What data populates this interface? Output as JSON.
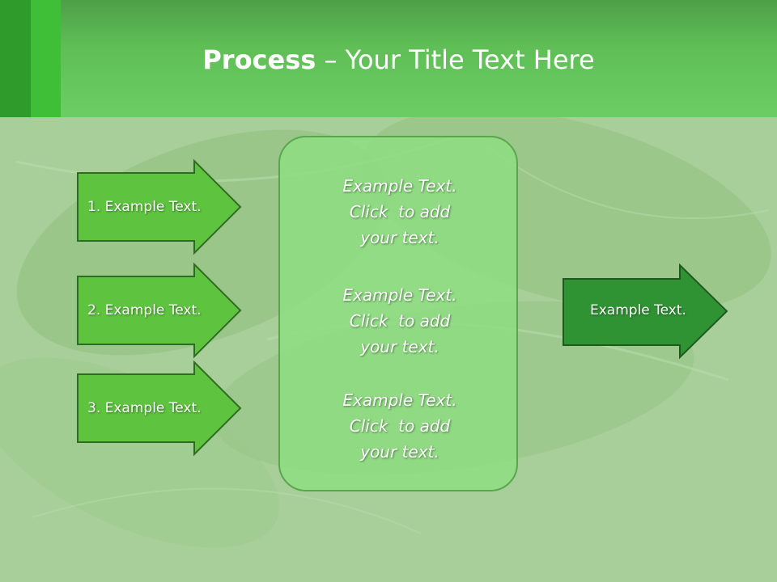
{
  "slide": {
    "title_bold": "Process",
    "title_rest": " – Your Title Text Here"
  },
  "left_arrows": [
    {
      "label": "1. Example Text."
    },
    {
      "label": "2. Example Text."
    },
    {
      "label": "3. Example Text."
    }
  ],
  "center_box": {
    "blocks": [
      {
        "lines": [
          "Example Text.",
          "Click  to add",
          "your text."
        ]
      },
      {
        "lines": [
          "Example Text.",
          "Click  to add",
          "your text."
        ]
      },
      {
        "lines": [
          "Example Text.",
          "Click  to add",
          "your text."
        ]
      }
    ]
  },
  "right_arrow": {
    "label": "Example Text."
  },
  "colors": {
    "header_green": "#6ccd64",
    "arrow_light": "#5ec43f",
    "arrow_dark": "#2f9334",
    "box_fill": "#8cde80"
  }
}
